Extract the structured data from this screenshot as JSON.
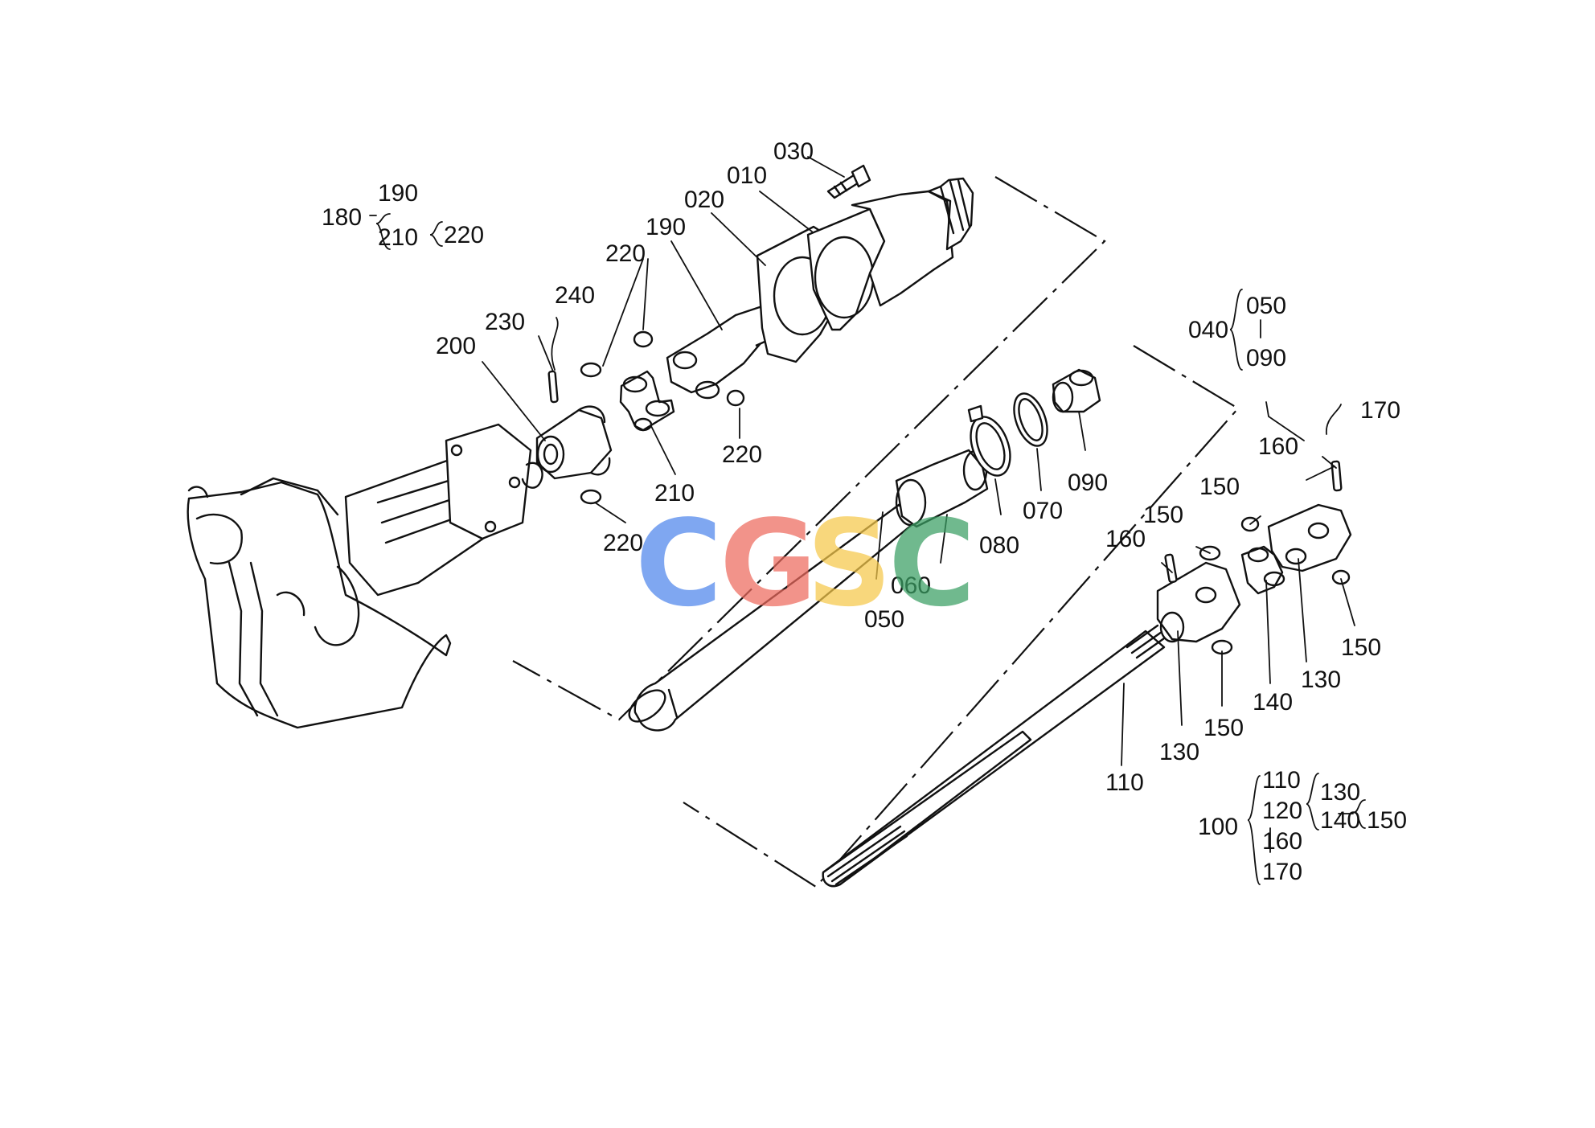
{
  "labels": {
    "p010": "010",
    "p020": "020",
    "p030": "030",
    "p040": "040",
    "p050a": "050",
    "p090a": "090",
    "p050": "050",
    "p060": "060",
    "p070": "070",
    "p080": "080",
    "p090": "090",
    "p100": "100",
    "p110a": "110",
    "p120": "120",
    "p160a": "160",
    "p170a": "170",
    "p130a": "130",
    "p140a": "140",
    "p150a": "150",
    "p110": "110",
    "p130": "130",
    "p130b": "130",
    "p140": "140",
    "p150": "150",
    "p150b": "150",
    "p150c": "150",
    "p150d": "150",
    "p160": "160",
    "p160b": "160",
    "p170": "170",
    "p180": "180",
    "p190a": "190",
    "p210a": "210",
    "p220a": "220",
    "p190": "190",
    "p200": "200",
    "p210": "210",
    "p220": "220",
    "p220b": "220",
    "p220c": "220",
    "p230": "230",
    "p240": "240"
  },
  "watermark": {
    "letters": [
      "C",
      "G",
      "S",
      "C"
    ],
    "colors": [
      "#4f86ec",
      "#ee6a5e",
      "#f6c84a",
      "#3a9f63"
    ]
  }
}
